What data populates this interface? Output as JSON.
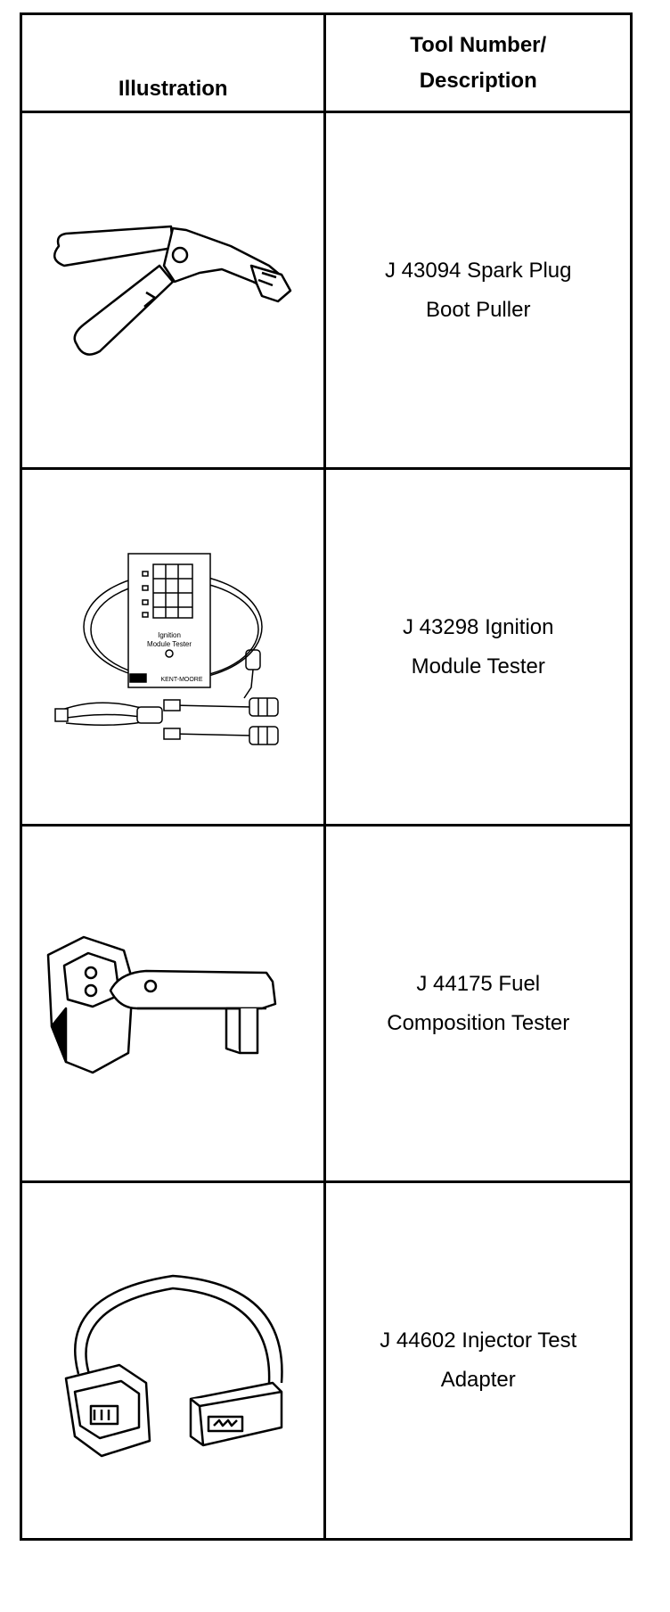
{
  "header": {
    "illustration": "Illustration",
    "tool_line1": "Tool Number/",
    "tool_line2": "Description"
  },
  "tools": [
    {
      "line1": "J 43094 Spark Plug",
      "line2": "Boot Puller",
      "icon": "spark-plug-boot-puller-icon"
    },
    {
      "line1": "J 43298 Ignition",
      "line2": "Module Tester",
      "icon": "ignition-module-tester-icon",
      "panel_text": [
        "Ignition",
        "Module Tester",
        "KENT-MOORE"
      ]
    },
    {
      "line1": "J 44175 Fuel",
      "line2": "Composition Tester",
      "icon": "fuel-composition-tester-icon"
    },
    {
      "line1": "J 44602 Injector Test",
      "line2": "Adapter",
      "icon": "injector-test-adapter-icon"
    }
  ]
}
